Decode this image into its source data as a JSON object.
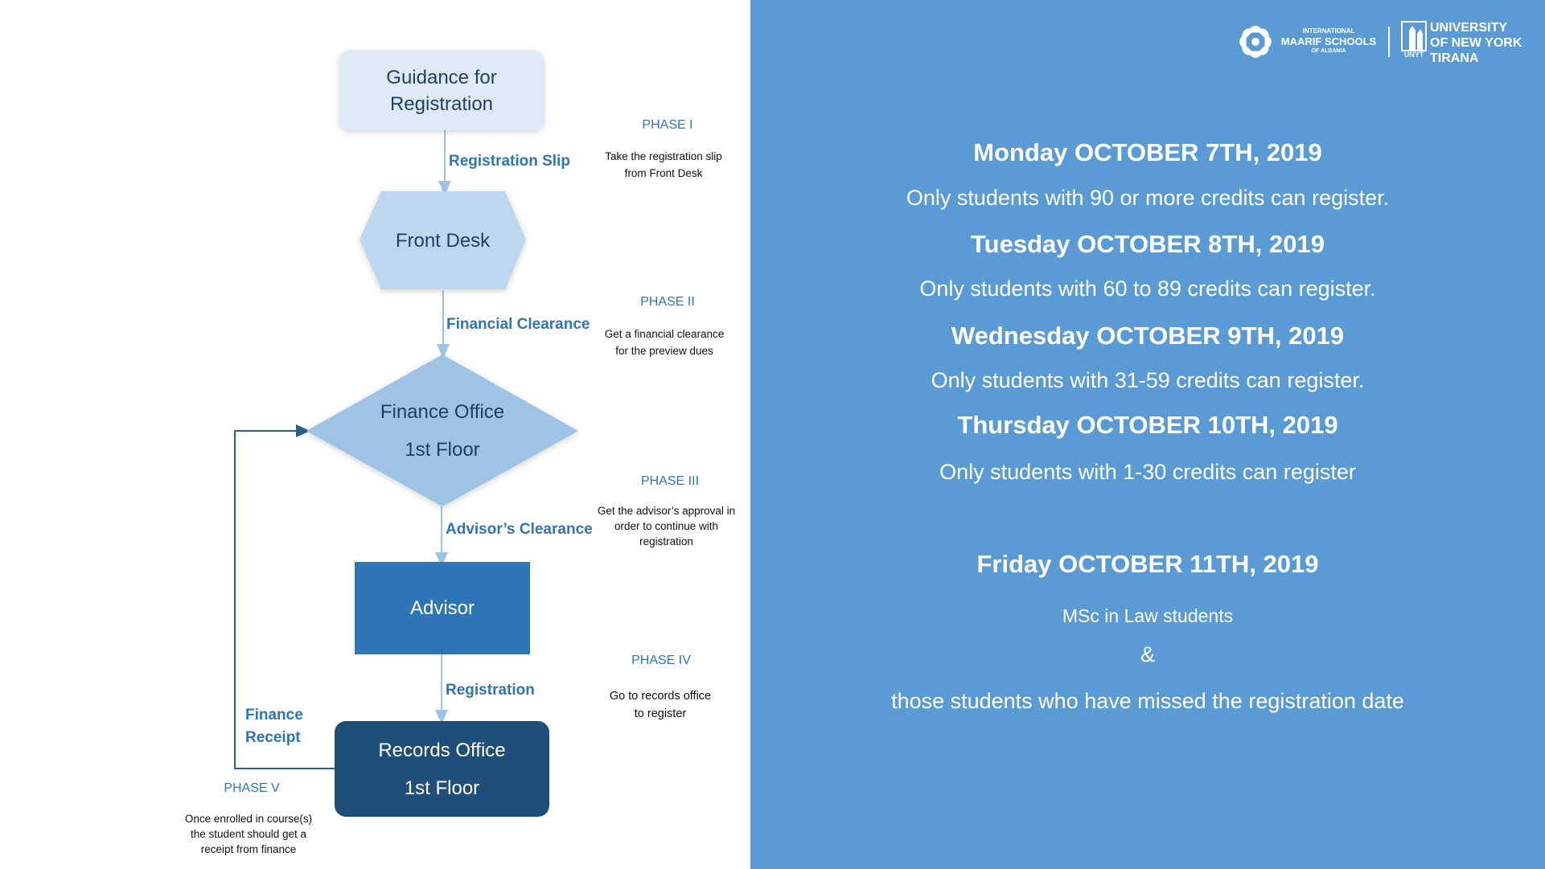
{
  "flowchart": {
    "nodes": {
      "guidance": {
        "lines": [
          "Guidance for",
          "Registration"
        ]
      },
      "front_desk": {
        "lines": [
          "Front Desk"
        ]
      },
      "finance_office": {
        "lines": [
          "Finance Office",
          "1st Floor"
        ]
      },
      "advisor": {
        "lines": [
          "Advisor"
        ]
      },
      "records_office": {
        "lines": [
          "Records Office",
          "1st Floor"
        ]
      }
    },
    "edges": {
      "registration_slip": "Registration Slip",
      "financial_clearance": "Financial Clearance",
      "advisors_clearance": "Advisor’s Clearance",
      "registration": "Registration",
      "finance_receipt": [
        "Finance",
        "Receipt"
      ]
    },
    "phases": [
      {
        "title": "PHASE I",
        "desc": [
          "Take the registration slip",
          "from Front Desk"
        ]
      },
      {
        "title": "PHASE II",
        "desc": [
          "Get a financial clearance",
          "for the preview dues"
        ]
      },
      {
        "title": "PHASE III",
        "desc": [
          "Get the advisor’s approval in",
          "order to continue with",
          "registration"
        ]
      },
      {
        "title": "PHASE IV",
        "desc": [
          "Go to records office",
          "to register"
        ]
      },
      {
        "title": "PHASE V",
        "desc": [
          "Once enrolled in course(s)",
          "the student should get a",
          "receipt from finance"
        ]
      }
    ],
    "colors": {
      "guidance_fill": "#deebf7",
      "front_desk_fill": "#bdd7ee",
      "finance_fill": "#9dc3e6",
      "advisor_fill": "#2e75b6",
      "records_fill": "#1f4e79",
      "arrow": "#9dc3e6",
      "loop_line": "#2e5e8e"
    }
  },
  "schedule": {
    "background": "#5b9bd5",
    "days": [
      {
        "title": "Monday OCTOBER 7TH, 2019",
        "desc": "Only students with 90 or more credits can register."
      },
      {
        "title": "Tuesday OCTOBER 8TH, 2019",
        "desc": "Only students with 60 to 89 credits can register."
      },
      {
        "title": "Wednesday OCTOBER 9TH, 2019",
        "desc": "Only students with 31-59 credits can register."
      },
      {
        "title": "Thursday OCTOBER 10TH, 2019",
        "desc": "Only students with 1-30 credits can register"
      }
    ],
    "friday": {
      "title": "Friday OCTOBER 11TH, 2019",
      "line1": "MSc in Law students",
      "ampersand": "&",
      "line2": "those students who have missed the registration date"
    }
  },
  "logos": {
    "maarif": [
      "INTERNATIONAL",
      "MAARIF SCHOOLS",
      "OF ALBANIA"
    ],
    "unyt": [
      "UNIVERSITY",
      "OF NEW YORK",
      "TIRANA"
    ],
    "unyt_mark": "UNYT"
  }
}
